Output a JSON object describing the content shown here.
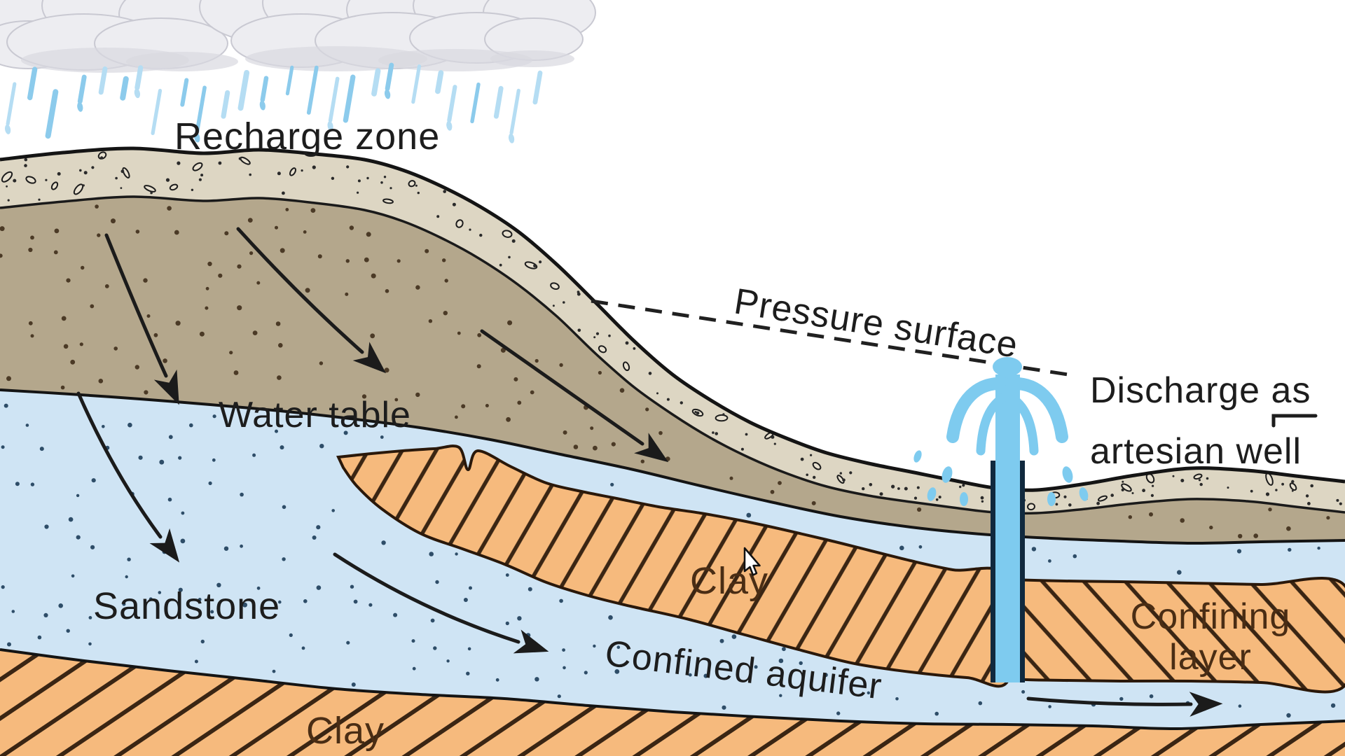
{
  "diagram": {
    "type": "geology-cross-section-artesian-well",
    "labels": {
      "recharge_zone": "Recharge zone",
      "pressure_surface": "Pressure surface",
      "water_table": "Water table",
      "sandstone": "Sandstone",
      "clay_wedge": "Clay",
      "confined_aquifer": "Confined aquifer",
      "clay_bottom": "Clay",
      "confining_layer": [
        "Confining",
        "layer"
      ],
      "discharge": [
        "Discharge as",
        "artesian well"
      ]
    },
    "colors": {
      "sky": "#ffffff",
      "cloud": "#ededf1",
      "cloud_shade": "#d9d9df",
      "cloud_outline": "#c9c9d2",
      "rain": "#8ccbec",
      "rain_light": "#b5ddf3",
      "topsoil": "#ddd6c3",
      "pebble": "#e7e0cf",
      "soil_brown": "#b4a78c",
      "soil_dot": "#4b3a26",
      "aquifer_blue": "#cfe4f4",
      "aquifer_dot": "#2e4d68",
      "clay_orange": "#f6ba7d",
      "clay_hatch": "#3a2513",
      "outline": "#1a1a1a",
      "label_dark": "#1d1d1d",
      "clay_label": "#4a2d14",
      "water_jet": "#7ecbef",
      "casing": "#10293e",
      "arrow": "#1b1b1b"
    }
  }
}
